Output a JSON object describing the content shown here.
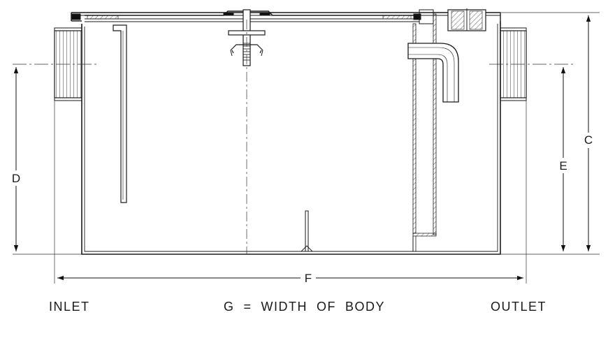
{
  "dimensions": {
    "c": "C",
    "d": "D",
    "e": "E",
    "f": "F"
  },
  "captions": {
    "inlet": "INLET",
    "width_note": "G  =  WIDTH  OF  BODY",
    "outlet": "OUTLET"
  }
}
